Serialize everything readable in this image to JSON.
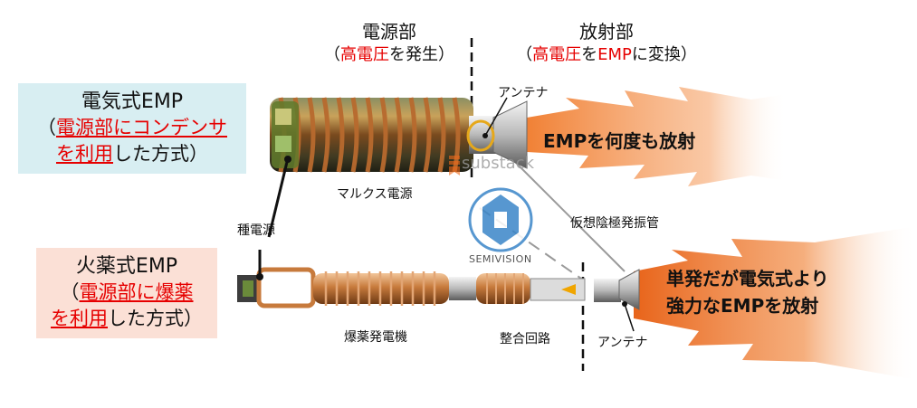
{
  "header": {
    "power": {
      "title": "電源部",
      "sub_open": "（",
      "sub_red": "高電圧",
      "sub_rest": "を発生）"
    },
    "emit": {
      "title": "放射部",
      "sub_open": "（",
      "sub_red1": "高電圧",
      "sub_mid": "を",
      "sub_red2": "EMP",
      "sub_rest": "に変換）"
    }
  },
  "electric": {
    "title": "電気式EMP",
    "line2_open": "（",
    "line2_u": "電源部にコンデンサ",
    "line3_u": "を利用",
    "line3_rest": "した方式）",
    "bg": "#d8eef2"
  },
  "explosive": {
    "title": "火薬式EMP",
    "line2_open": "（",
    "line2_u": "電源部に爆薬",
    "line3_u": "を利用",
    "line3_rest": "した方式）",
    "bg": "#fbe0d6"
  },
  "labels": {
    "antenna_top": "アンテナ",
    "marx": "マルクス電源",
    "seed": "種電源",
    "vircator": "仮想陰極発振管",
    "explosive_gen": "爆薬発電機",
    "matching": "整合回路",
    "antenna_bottom": "アンテナ"
  },
  "beams": {
    "top": "EMPを何度も放射",
    "bottom_line1": "単発だが電気式より",
    "bottom_line2": "強力なEMPを放射"
  },
  "watermarks": {
    "substack": "substack",
    "semivision": "SEMIVISION"
  },
  "colors": {
    "accent_red": "#e60000",
    "beam_orange": "#f07a2a",
    "copper": "#b86a2e",
    "coil_green": "#5f7a2b"
  }
}
